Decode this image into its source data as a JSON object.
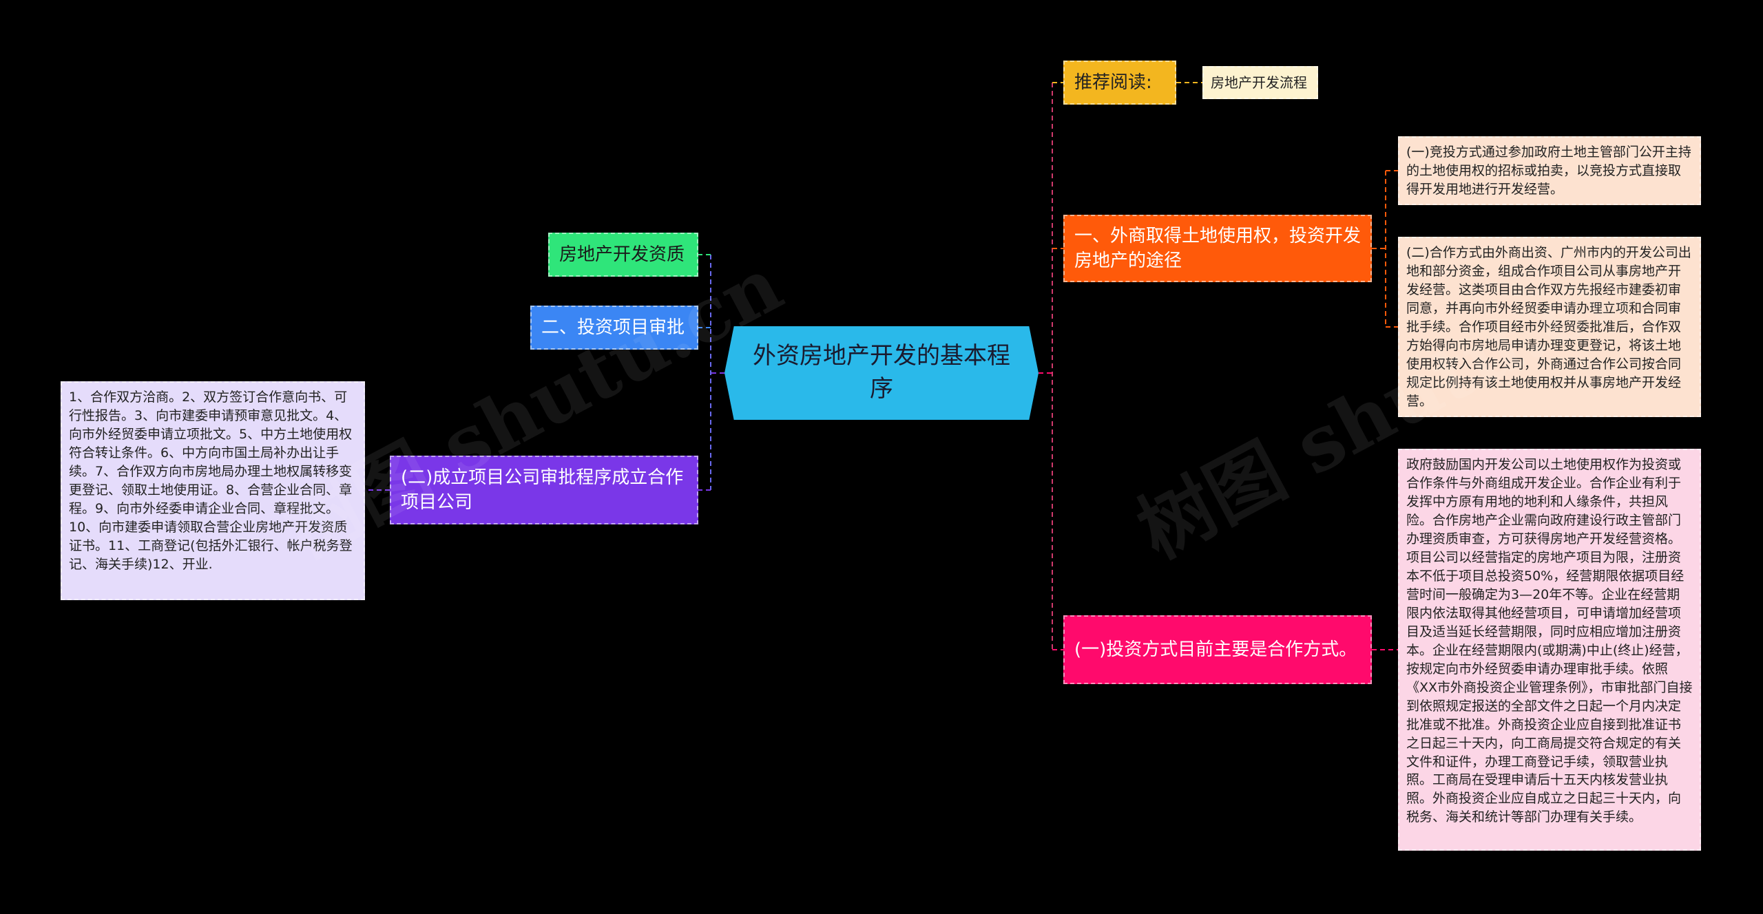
{
  "root": {
    "title": "外资房地产开发的基本程序"
  },
  "right": {
    "recommend": {
      "label": "推荐阅读:",
      "link": "房地产开发流程"
    },
    "land": {
      "label": "一、外商取得土地使用权，投资开发房地产的途径",
      "items": [
        "(一)竞投方式通过参加政府土地主管部门公开主持的土地使用权的招标或拍卖，以竞投方式直接取得开发用地进行开发经营。",
        "(二)合作方式由外商出资、广州市内的开发公司出地和部分资金，组成合作项目公司从事房地产开发经营。这类项目由合作双方先报经市建委初审同意，并再向市外经贸委申请办理立项和合同审批手续。合作项目经市外经贸委批准后，合作双方始得向市房地局申请办理变更登记，将该土地使用权转入合作公司，外商通过合作公司按合同规定比例持有该土地使用权并从事房地产开发经营。"
      ]
    },
    "invest": {
      "label": "(一)投资方式目前主要是合作方式。",
      "detail": "政府鼓励国内开发公司以土地使用权作为投资或合作条件与外商组成开发企业。合作企业有利于发挥中方原有用地的地利和人缘条件，共担风险。合作房地产企业需向政府建设行政主管部门办理资质审查，方可获得房地产开发经营资格。项目公司以经营指定的房地产项目为限，注册资本不低于项目总投资50%，经营期限依据项目经营时间一般确定为3—20年不等。企业在经营期限内依法取得其他经营项目，可申请增加经营项目及适当延长经营期限，同时应相应增加注册资本。企业在经营期限内(或期满)中止(终止)经营，按规定向市外经贸委申请办理审批手续。依照《XX市外商投资企业管理条例》，市审批部门自接到依照规定报送的全部文件之日起一个月内决定批准或不批准。外商投资企业应自接到批准证书之日起三十天内，向工商局提交符合规定的有关文件和证件，办理工商登记手续，领取营业执照。工商局在受理申请后十五天内核发营业执照。外商投资企业应自成立之日起三十天内，向税务、海关和统计等部门办理有关手续。"
    }
  },
  "left": {
    "qualification": {
      "label": "房地产开发资质"
    },
    "approval": {
      "label": "二、投资项目审批"
    },
    "company": {
      "label": "(二)成立项目公司审批程序成立合作项目公司",
      "detail": "1、合作双方洽商。2、双方签订合作意向书、可行性报告。3、向市建委申请预审意见批文。4、向市外经贸委申请立项批文。5、中方土地使用权符合转让条件。6、中方向市国土局补办出让手续。7、合作双方向市房地局办理土地权属转移变更登记、领取土地使用证。8、合营企业合同、章程。9、向市外经委申请企业合同、章程批文。10、向市建委申请领取合营企业房地产开发资质证书。11、工商登记(包括外汇银行、帐户税务登记、海关手续)12、开业."
    }
  },
  "watermark": {
    "text": "树图 shutu.cn"
  },
  "colors": {
    "root": "#2ab9ea",
    "recommend": "#f3b61f",
    "land": "#ff5a0a",
    "invest": "#ff0a6c",
    "qualification": "#2fe57a",
    "approval": "#3b86f4",
    "company": "#7a37e8"
  }
}
